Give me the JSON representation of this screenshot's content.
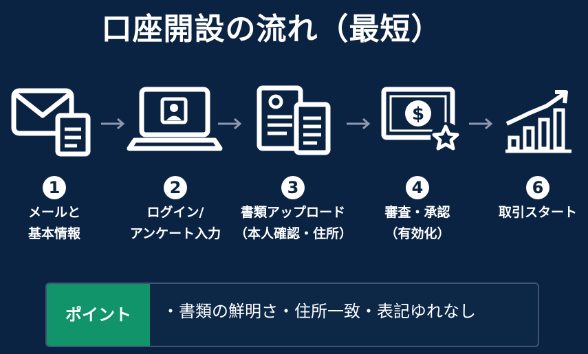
{
  "title": "口座開設の流れ（最短）",
  "steps": [
    {
      "number": "1",
      "label_line1": "メールと",
      "label_line2": "基本情報",
      "icon": "mail-document-icon"
    },
    {
      "number": "2",
      "label_line1": "ログイン/",
      "label_line2": "アンケート入力",
      "icon": "laptop-profile-icon"
    },
    {
      "number": "3",
      "label_line1": "書類アップロード",
      "label_line2": "（本人確認・住所）",
      "icon": "id-documents-icon"
    },
    {
      "number": "4",
      "label_line1": "審査・承認",
      "label_line2": "（有効化）",
      "icon": "money-approval-icon"
    },
    {
      "number": "6",
      "label_line1": "取引スタート",
      "label_line2": "",
      "icon": "growth-chart-icon"
    }
  ],
  "point": {
    "badge": "ポイント",
    "text": "・書類の鮮明さ・住所一致・表記ゆれなし"
  },
  "colors": {
    "background": "#0b2342",
    "accent": "#12946a",
    "arrow": "#8d99ae"
  }
}
